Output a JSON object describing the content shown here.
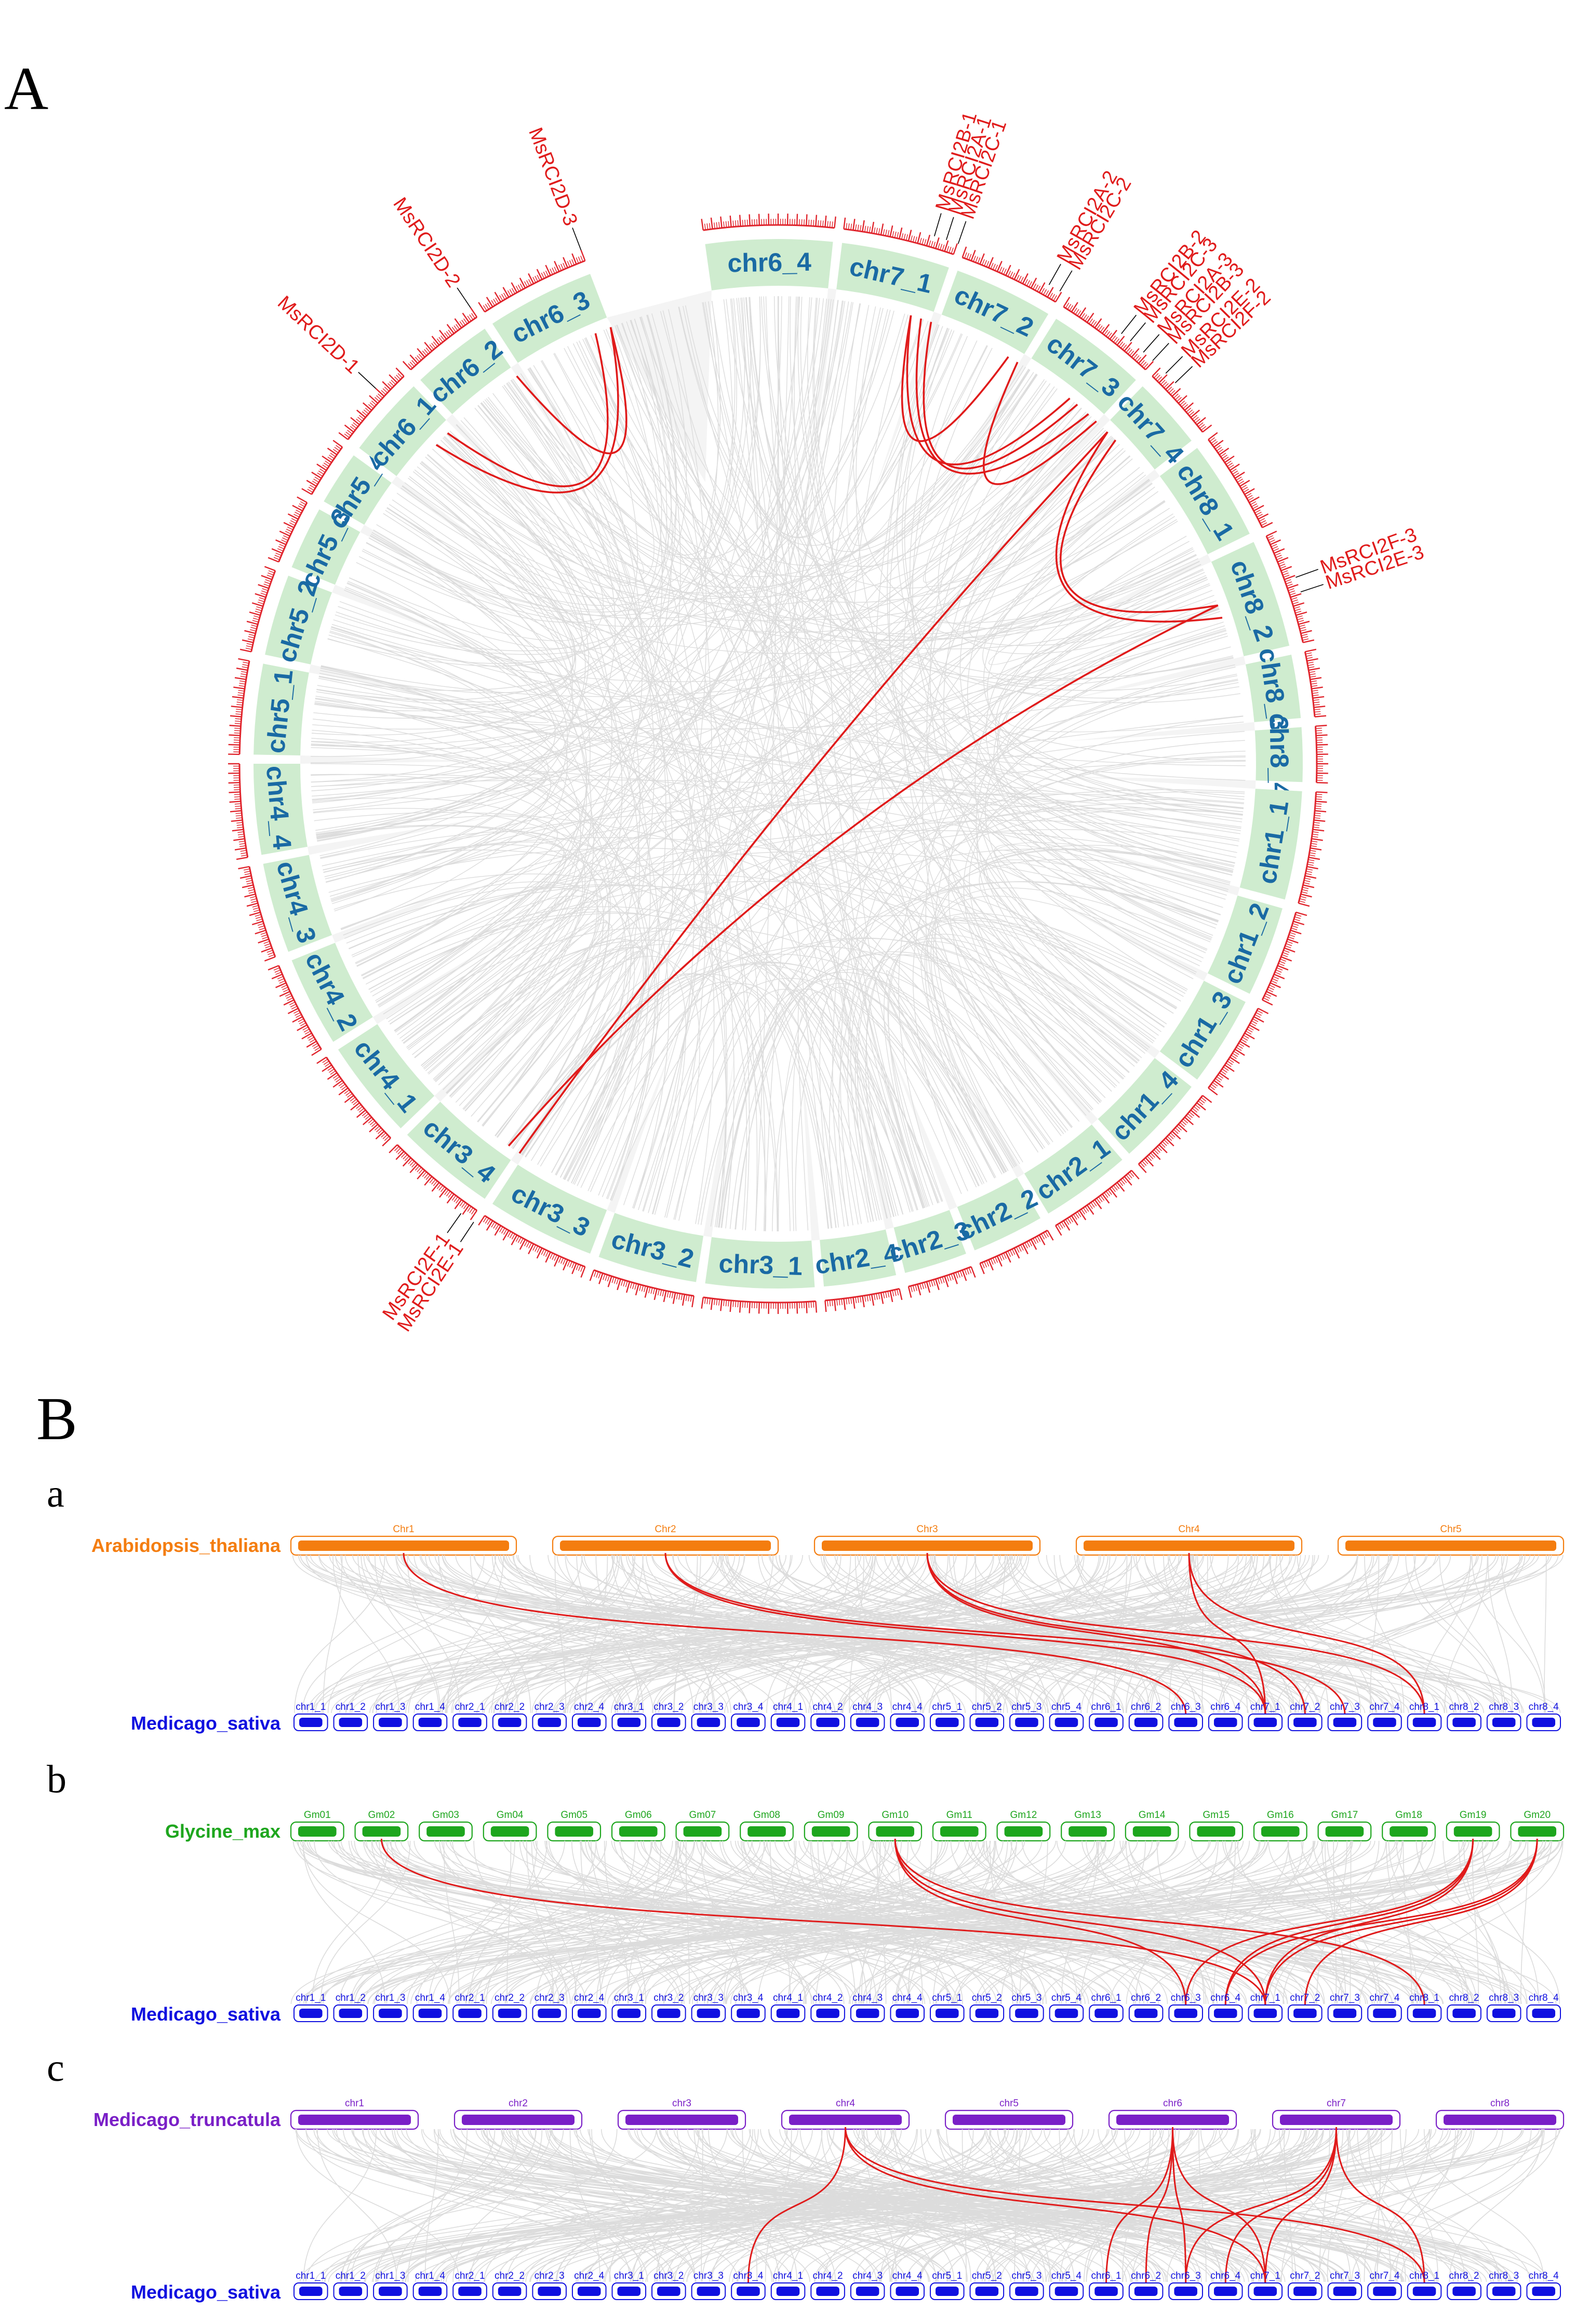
{
  "panel_a": {
    "letter": "A",
    "chromosomes": [
      {
        "name": "chr6_4",
        "start": -8,
        "span": 14
      },
      {
        "name": "chr7_1",
        "start": 7,
        "span": 12
      },
      {
        "name": "chr7_2",
        "start": 20,
        "span": 11
      },
      {
        "name": "chr7_3",
        "start": 32,
        "span": 11
      },
      {
        "name": "chr7_4",
        "start": 44,
        "span": 8
      },
      {
        "name": "chr8_1",
        "start": 53,
        "span": 11
      },
      {
        "name": "chr8_2",
        "start": 65,
        "span": 12
      },
      {
        "name": "chr8_3",
        "start": 78,
        "span": 7
      },
      {
        "name": "chr8_4",
        "start": 86,
        "span": 6
      },
      {
        "name": "chr1_1",
        "start": 93,
        "span": 12
      },
      {
        "name": "chr1_2",
        "start": 106,
        "span": 10
      },
      {
        "name": "chr1_3",
        "start": 117,
        "span": 10
      },
      {
        "name": "chr1_4",
        "start": 128,
        "span": 10
      },
      {
        "name": "chr2_1",
        "start": 139,
        "span": 10
      },
      {
        "name": "chr2_2",
        "start": 150,
        "span": 8
      },
      {
        "name": "chr2_3",
        "start": 159,
        "span": 7
      },
      {
        "name": "chr2_4",
        "start": 167,
        "span": 8
      },
      {
        "name": "chr3_1",
        "start": 176,
        "span": 12
      },
      {
        "name": "chr3_2",
        "start": 189,
        "span": 11
      },
      {
        "name": "chr3_3",
        "start": 201,
        "span": 12
      },
      {
        "name": "chr3_4",
        "start": 214,
        "span": 11
      },
      {
        "name": "chr4_1",
        "start": 226,
        "span": 11
      },
      {
        "name": "chr4_2",
        "start": 238,
        "span": 10
      },
      {
        "name": "chr4_3",
        "start": 249,
        "span": 10
      },
      {
        "name": "chr4_4",
        "start": 260,
        "span": 10
      },
      {
        "name": "chr5_1",
        "start": 271,
        "span": 10
      },
      {
        "name": "chr5_2",
        "start": 282,
        "span": 9
      },
      {
        "name": "chr5_3",
        "start": 292,
        "span": 7
      },
      {
        "name": "chr5_4",
        "start": 300,
        "span": 6
      },
      {
        "name": "chr6_1",
        "start": 307,
        "span": 9
      },
      {
        "name": "chr6_2",
        "start": 317,
        "span": 9
      },
      {
        "name": "chr6_3",
        "start": 327,
        "span": 12
      }
    ],
    "gene_labels": [
      {
        "text": "MsRCI2D-1",
        "angle": 313
      },
      {
        "text": "MsRCI2D-2",
        "angle": 326
      },
      {
        "text": "MsRCI2D-3",
        "angle": 339
      },
      {
        "text": "MsRCI2B-1",
        "angle": 16.5
      },
      {
        "text": "MsRCI2A-1",
        "angle": 17.8
      },
      {
        "text": "MsRCI2C-1",
        "angle": 19.1
      },
      {
        "text": "MsRCI2A-2",
        "angle": 29.5
      },
      {
        "text": "MsRCI2C-2",
        "angle": 30.8
      },
      {
        "text": "MsRCI2B-2",
        "angle": 38.6
      },
      {
        "text": "MsRCI2C-3",
        "angle": 39.8
      },
      {
        "text": "MsRCI2A-3",
        "angle": 41.6
      },
      {
        "text": "MsRCI2B-3",
        "angle": 42.9
      },
      {
        "text": "MsRCI2E-2",
        "angle": 44.8
      },
      {
        "text": "MsRCI2F-2",
        "angle": 46.2
      },
      {
        "text": "MsRCI2F-3",
        "angle": 70.2
      },
      {
        "text": "MsRCI2E-3",
        "angle": 71.8
      },
      {
        "text": "MsRCI2E-1",
        "angle": 213.6
      },
      {
        "text": "MsRCI2F-1",
        "angle": 215.2
      }
    ],
    "links": [
      {
        "a": 313,
        "b": 339
      },
      {
        "a": 326,
        "b": 339
      },
      {
        "a": 315,
        "b": 337
      },
      {
        "a": 16.5,
        "b": 29.5
      },
      {
        "a": 17.8,
        "b": 41.6
      },
      {
        "a": 19.1,
        "b": 39.8
      },
      {
        "a": 16.5,
        "b": 38.6
      },
      {
        "a": 30.8,
        "b": 42.9
      },
      {
        "a": 44.8,
        "b": 71.8
      },
      {
        "a": 46.2,
        "b": 70.2
      },
      {
        "a": 44.8,
        "b": 213.6
      },
      {
        "a": 70.2,
        "b": 215.2
      }
    ]
  },
  "panel_b": {
    "letter": "B",
    "rows": [
      {
        "letter": "a",
        "species": "Arabidopsis_thaliana",
        "color": "#f47d0f",
        "chromosomes": [
          "Chr1",
          "Chr2",
          "Chr3",
          "Chr4",
          "Chr5"
        ],
        "links": [
          [
            0,
            22
          ],
          [
            1,
            24
          ],
          [
            2,
            24
          ],
          [
            2,
            25
          ],
          [
            2,
            28
          ],
          [
            3,
            28
          ],
          [
            3,
            24
          ],
          [
            1,
            26
          ]
        ]
      },
      {
        "letter": "b",
        "species": "Glycine_max",
        "color": "#1ea61e",
        "chromosomes": [
          "Gm01",
          "Gm02",
          "Gm03",
          "Gm04",
          "Gm05",
          "Gm06",
          "Gm07",
          "Gm08",
          "Gm09",
          "Gm10",
          "Gm11",
          "Gm12",
          "Gm13",
          "Gm14",
          "Gm15",
          "Gm16",
          "Gm17",
          "Gm18",
          "Gm19",
          "Gm20"
        ],
        "links": [
          [
            1,
            24
          ],
          [
            9,
            22
          ],
          [
            9,
            24
          ],
          [
            9,
            28
          ],
          [
            18,
            22
          ],
          [
            18,
            23
          ],
          [
            18,
            24
          ],
          [
            19,
            23
          ],
          [
            19,
            24
          ],
          [
            19,
            25
          ]
        ]
      },
      {
        "letter": "c",
        "species": "Medicago_truncatula",
        "color": "#7a1fc7",
        "chromosomes": [
          "chr1",
          "chr2",
          "chr3",
          "chr4",
          "chr5",
          "chr6",
          "chr7",
          "chr8"
        ],
        "links": [
          [
            3,
            11
          ],
          [
            3,
            24
          ],
          [
            3,
            28
          ],
          [
            5,
            20
          ],
          [
            5,
            21
          ],
          [
            5,
            22
          ],
          [
            5,
            24
          ],
          [
            6,
            22
          ],
          [
            6,
            23
          ],
          [
            6,
            24
          ],
          [
            6,
            28
          ]
        ]
      }
    ],
    "target": {
      "species": "Medicago_sativa",
      "color": "#1010e0",
      "chromosomes": [
        "chr1_1",
        "chr1_2",
        "chr1_3",
        "chr1_4",
        "chr2_1",
        "chr2_2",
        "chr2_3",
        "chr2_4",
        "chr3_1",
        "chr3_2",
        "chr3_3",
        "chr3_4",
        "chr4_1",
        "chr4_2",
        "chr4_3",
        "chr4_4",
        "chr5_1",
        "chr5_2",
        "chr5_3",
        "chr5_4",
        "chr6_1",
        "chr6_2",
        "chr6_3",
        "chr6_4",
        "chr7_1",
        "chr7_2",
        "chr7_3",
        "chr7_4",
        "chr8_1",
        "chr8_2",
        "chr8_3",
        "chr8_4"
      ]
    }
  },
  "colors": {
    "chr_band": "#cfeccf",
    "chr_text": "#1a6aa4",
    "tick": "#e0242c",
    "link": "#e01b1b",
    "background_link": "#dcdcdc"
  }
}
